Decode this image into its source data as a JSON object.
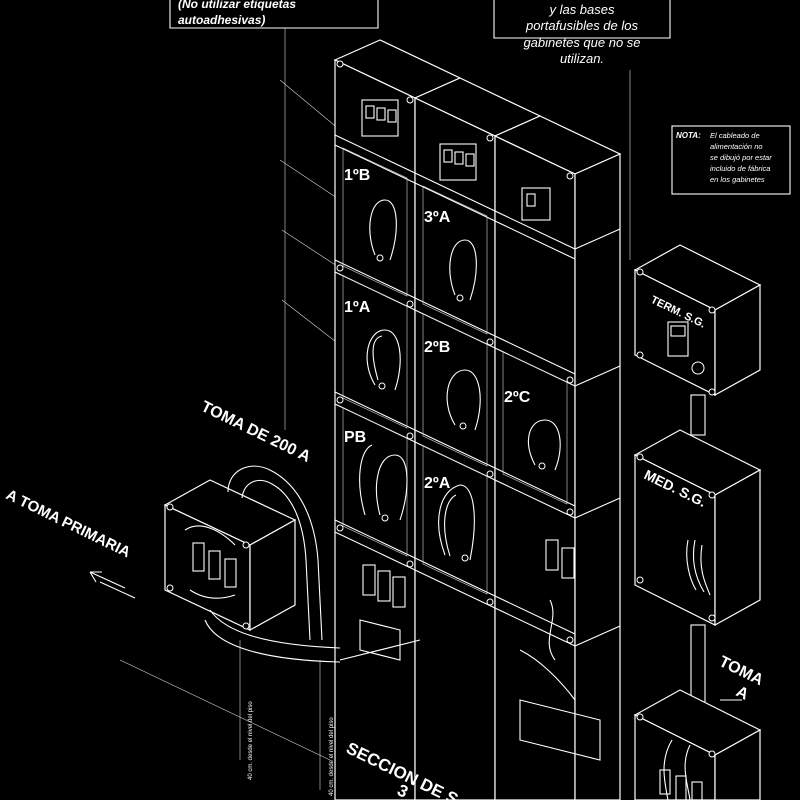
{
  "notes": {
    "labels_line1": "(No utilizar etiquetas",
    "labels_line2": "autoadhesivas)",
    "fuse_line1": "y las bases",
    "fuse_line2": "portafusibles de los",
    "fuse_line3": "gabinetes que no se",
    "fuse_line4": "utilizan.",
    "nota_label": "NOTA:",
    "nota_line1": "El cableado de",
    "nota_line2": "alimentación no",
    "nota_line3": "se dibujó por estar",
    "nota_line4": "incluido de fábrica",
    "nota_line5": "en los gabinetes"
  },
  "cabinets": {
    "c1b": "1ºB",
    "c3a": "3ºA",
    "c1a": "1ºA",
    "c2b": "2ºB",
    "c2c": "2ºC",
    "cpb": "PB",
    "c2a": "2ºA",
    "term": "TERM. S.G.",
    "med": "MED. S.G."
  },
  "labels": {
    "toma200": "TOMA DE 200 A",
    "toma_primaria": "A TOMA PRIMARIA",
    "toma_a1": "TOMA",
    "toma_a2": "A",
    "seccion1": "SECCION DE S",
    "seccion2": "3",
    "dim1": "40 cm. desde el nivel del piso",
    "dim2": "40 cm. desde el nivel del piso"
  },
  "colors": {
    "background": "#000000",
    "lines": "#ffffff"
  }
}
